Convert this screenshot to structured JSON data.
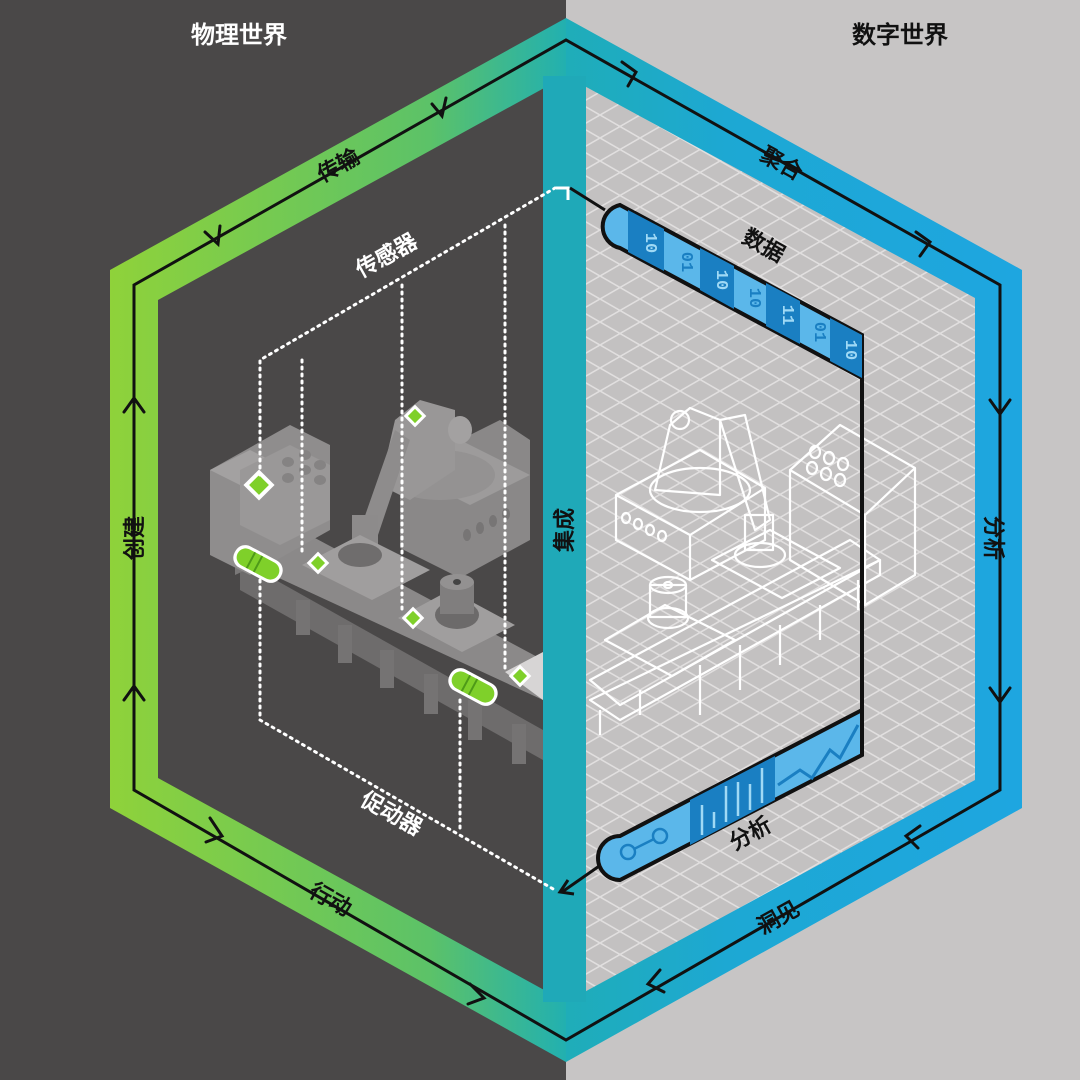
{
  "titles": {
    "physical_world": "物理世界",
    "digital_world": "数字世界"
  },
  "cycle": {
    "left_top": "传输",
    "left_side": "创建",
    "left_bottom": "行动",
    "center": "集成",
    "right_top": "聚合",
    "right_side": "分析",
    "right_bottom": "洞见"
  },
  "physical": {
    "sensors_label": "传感器",
    "actuators_label": "促动器"
  },
  "digital": {
    "data_label": "数据",
    "analysis_label": "分析",
    "data_bits": [
      "10",
      "01",
      "10",
      "10",
      "11",
      "01",
      "10"
    ]
  },
  "colors": {
    "physical_bg": "#4a4848",
    "digital_bg": "#c8c6c6",
    "green_band": "#8cd13a",
    "green_band_end": "#4fbf7a",
    "teal_band": "#1faab8",
    "blue_band": "#1da7db",
    "data_light": "#5bb7ea",
    "data_dark": "#1a7fc2",
    "sensor_green": "#7fd02a"
  }
}
